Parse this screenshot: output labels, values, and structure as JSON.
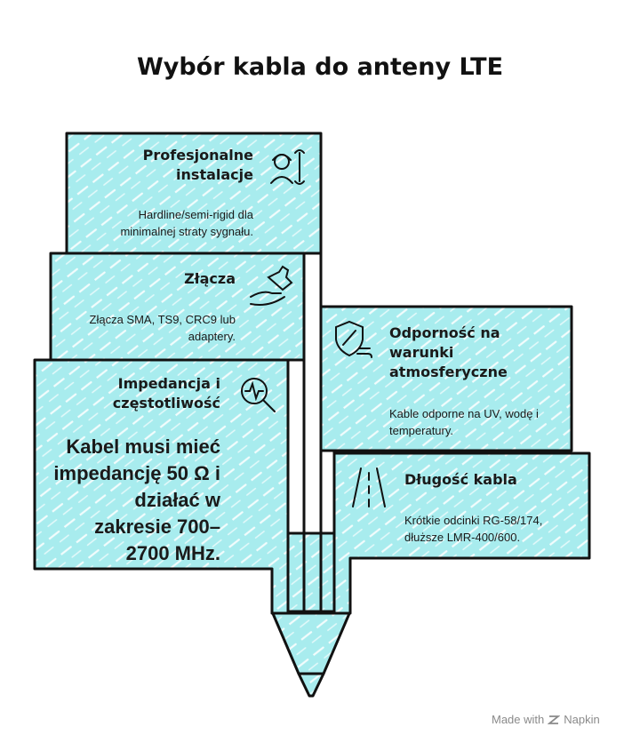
{
  "title": "Wybór kabla do anteny LTE",
  "cards": {
    "installations": {
      "heading": "Profesjonalne instalacje",
      "text": "Hardline/semi-rigid dla minimalnej straty sygnału.",
      "icon": "engineer-wrench-icon"
    },
    "connectors": {
      "heading": "Złącza",
      "text": "Złącza SMA, TS9, CRC9 lub adaptery.",
      "icon": "hand-puzzle-icon"
    },
    "impedance": {
      "heading": "Impedancja i częstotliwość",
      "text": "Kabel musi mieć impedancję 50 Ω i działać w zakresie 700–2700 MHz.",
      "icon": "magnifier-wave-icon"
    },
    "weather": {
      "heading": "Odporność na warunki atmosferyczne",
      "text": "Kable odporne na UV, wodę i temperatury.",
      "icon": "shield-wind-icon"
    },
    "length": {
      "heading": "Długość kabla",
      "text": "Krótkie odcinki RG-58/174, dłuższe LMR-400/600.",
      "icon": "road-icon"
    }
  },
  "colors": {
    "fill": "#a8ecee",
    "stroke": "#111111",
    "hatch": "#ffffff"
  },
  "footer": {
    "made_with": "Made with",
    "brand": "Napkin"
  }
}
